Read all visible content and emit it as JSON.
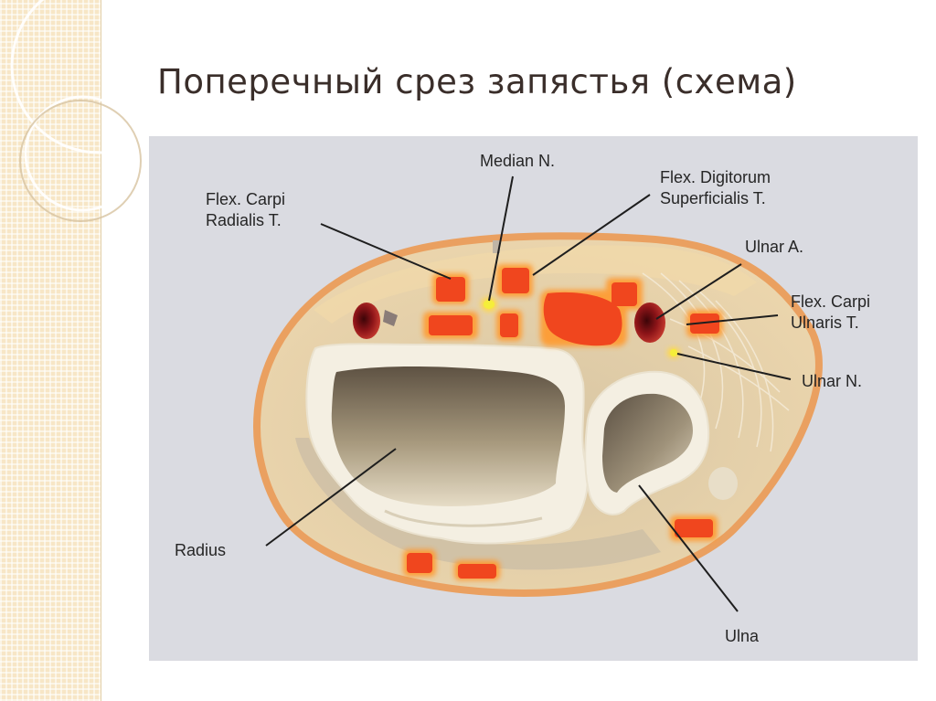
{
  "slide": {
    "title": "Поперечный срез запястья (схема)"
  },
  "labels": {
    "median_n": "Median N.",
    "flex_digitorum_line1": "Flex. Digitorum",
    "flex_digitorum_line2": "Superficialis T.",
    "flex_carpi_radialis_line1": "Flex. Carpi",
    "flex_carpi_radialis_line2": "Radialis T.",
    "ulnar_a": "Ulnar A.",
    "flex_carpi_ulnaris_line1": "Flex. Carpi",
    "flex_carpi_ulnaris_line2": "Ulnaris T.",
    "ulnar_n": "Ulnar N.",
    "radius": "Radius",
    "ulna": "Ulna"
  },
  "colors": {
    "sidebar_bg": "#f7e6c6",
    "figure_bg": "#dadbe1",
    "skin_outline": "#e8a66a",
    "tissue_fill": "#e6cfa5",
    "tendon_red": "#f0461e",
    "tendon_glow": "#ff9a2e",
    "artery_dark": "#8c1418",
    "nerve_yellow": "#f2ea3a",
    "bone_white": "#f4efe2",
    "bone_marrow_dark": "#6e6250",
    "title_text": "#3a2e2a"
  }
}
